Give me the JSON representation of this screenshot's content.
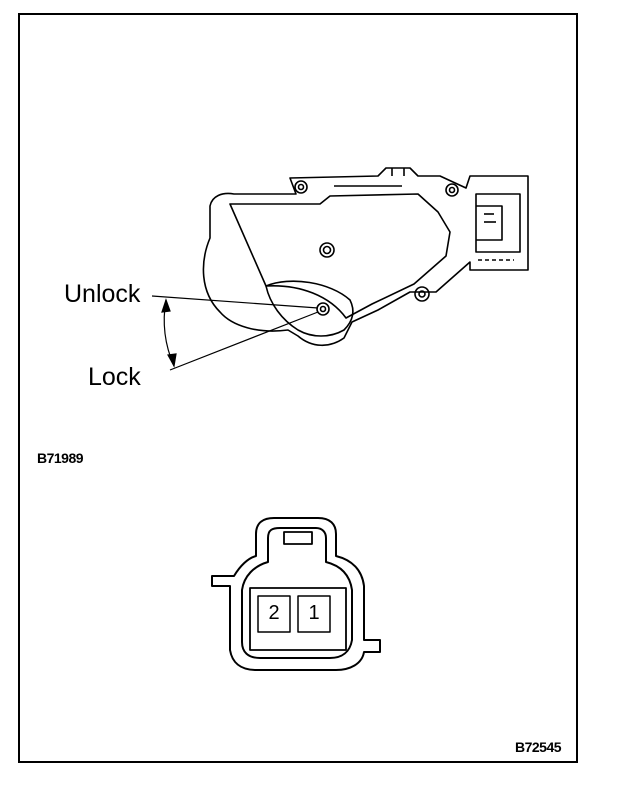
{
  "figure_top": {
    "code": "B71989",
    "positions": {
      "unlock_label": "Unlock",
      "lock_label": "Lock"
    }
  },
  "figure_bottom": {
    "code": "B72545",
    "connector_pins": [
      "2",
      "1"
    ]
  }
}
